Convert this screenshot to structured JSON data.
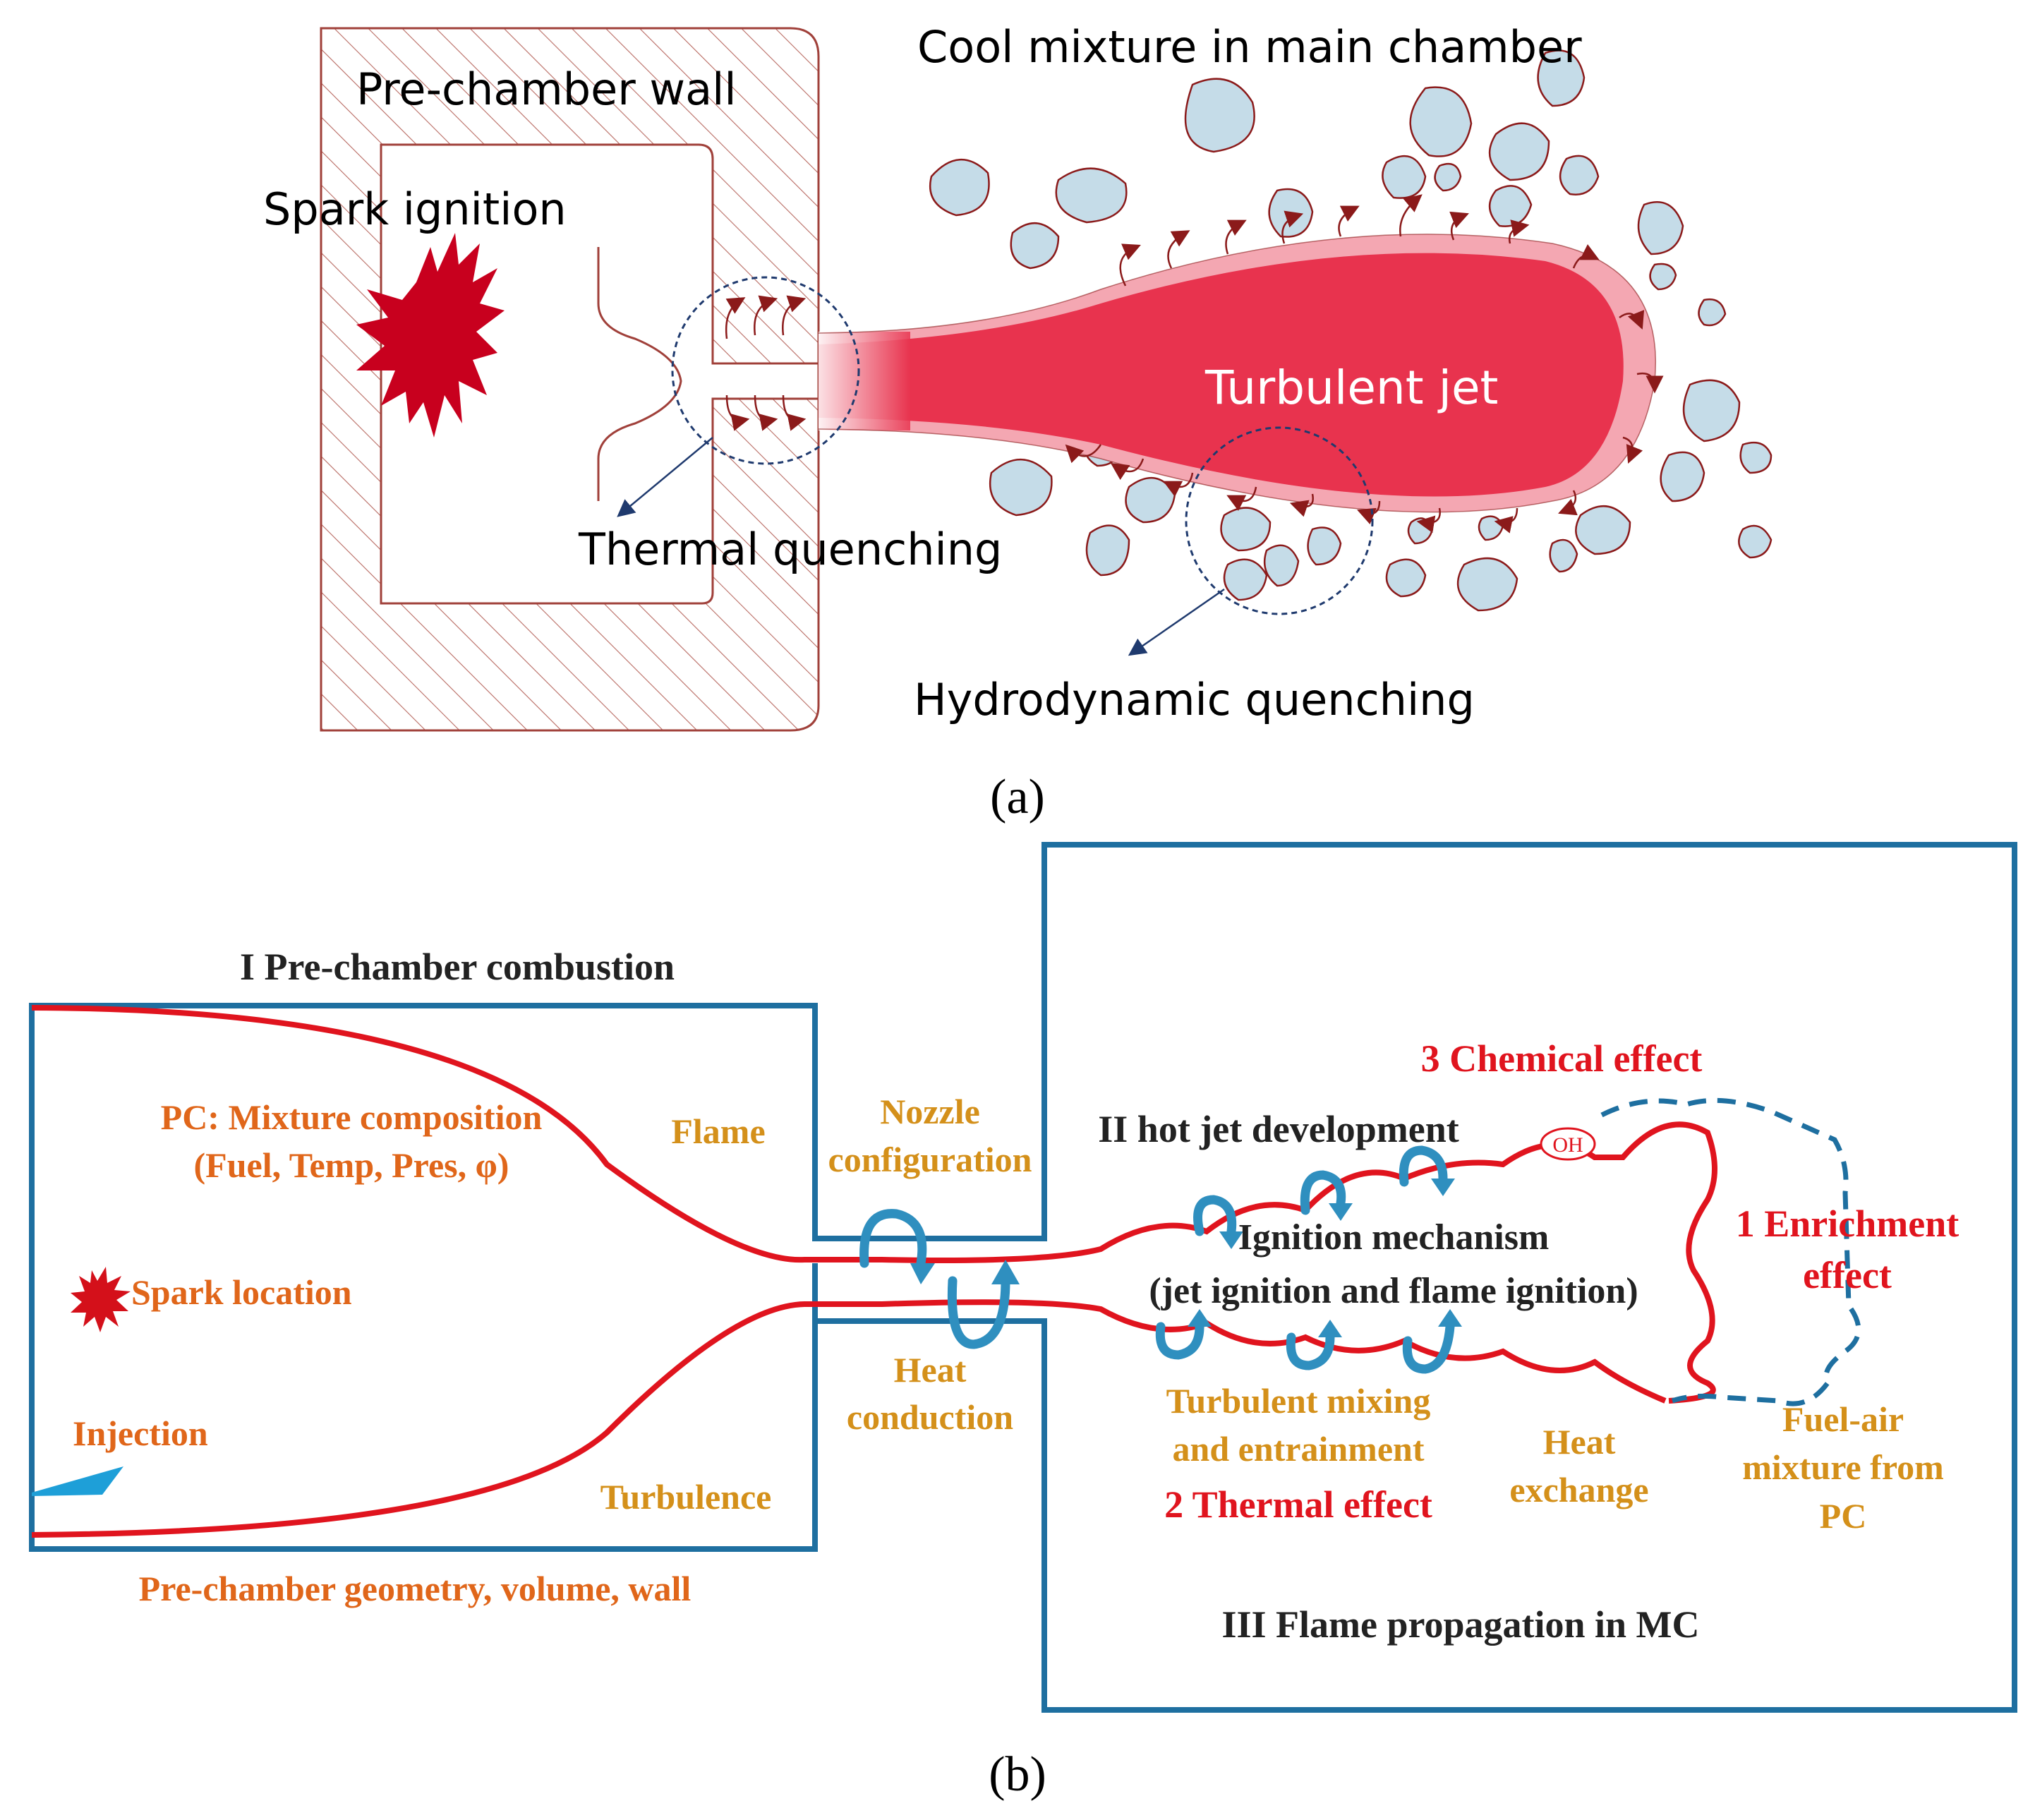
{
  "panel_a": {
    "caption": "(a)",
    "labels": {
      "wall": "Pre-chamber wall",
      "spark": "Spark ignition",
      "cool_mixture": "Cool mixture in main chamber",
      "jet": "Turbulent jet",
      "thermal": "Thermal quenching",
      "hydro": "Hydrodynamic quenching"
    },
    "colors": {
      "wall_line": "#a0403a",
      "spark": "#c8001e",
      "jet_core": "#e8334e",
      "jet_edge": "#f4a7b2",
      "blob_fill": "#c5dce8",
      "blob_stroke": "#8b1a1a",
      "arrow": "#8b1a1a",
      "callout": "#1f3a6e"
    }
  },
  "panel_b": {
    "caption": "(b)",
    "titles": {
      "stage1": "I Pre-chamber combustion",
      "stage2": "II hot jet development",
      "stage3": "III Flame propagation in MC"
    },
    "orange_labels": {
      "pc_mixture_1": "PC: Mixture composition",
      "pc_mixture_2": "(Fuel, Temp, Pres, φ)",
      "spark_location": "Spark location",
      "injection": "Injection",
      "geometry": "Pre-chamber geometry, volume, wall"
    },
    "gold_labels": {
      "flame": "Flame",
      "turbulence": "Turbulence",
      "nozzle_1": "Nozzle",
      "nozzle_2": "configuration",
      "heat_cond_1": "Heat",
      "heat_cond_2": "conduction",
      "mixing_1": "Turbulent mixing",
      "mixing_2": "and entrainment",
      "heat_ex_1": "Heat",
      "heat_ex_2": "exchange",
      "fuel_air_1": "Fuel-air",
      "fuel_air_2": "mixture from",
      "fuel_air_3": "PC"
    },
    "red_labels": {
      "chemical": "3 Chemical effect",
      "enrich_1": "1 Enrichment",
      "enrich_2": "effect",
      "thermal": "2 Thermal effect"
    },
    "black_labels": {
      "ignition_1": "Ignition mechanism",
      "ignition_2": "(jet ignition and flame ignition)"
    },
    "oh_label": "OH",
    "colors": {
      "box": "#1e6fa0",
      "flame_line": "#e0141e",
      "orange": "#e0661a",
      "gold": "#d4901a",
      "red": "#e0141e",
      "swirl": "#2f8fbf"
    }
  }
}
